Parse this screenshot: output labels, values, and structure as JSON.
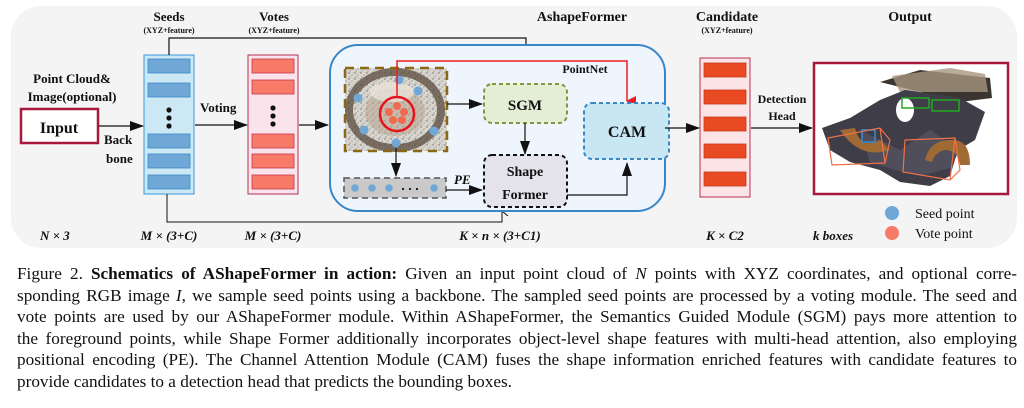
{
  "figure": {
    "input": {
      "label": "Input",
      "above_line1": "Point Cloud&",
      "above_line2": "Image(optional)",
      "dim": "N × 3"
    },
    "backbone": {
      "line1": "Back",
      "line2": "bone"
    },
    "seeds": {
      "title": "Seeds",
      "subtitle": "(XYZ+feature)",
      "dim": "M × (3+C)"
    },
    "voting": {
      "label": "Voting"
    },
    "votes": {
      "title": "Votes",
      "subtitle": "(XYZ+feature)",
      "dim": "M × (3+C)"
    },
    "ashapeformer": {
      "title": "AshapeFormer",
      "pointnet_label": "PointNet",
      "pe_label": "PE",
      "sgm_label": "SGM",
      "cam_label": "CAM",
      "shape_former_line1": "Shape",
      "shape_former_line2": "Former",
      "dim": "K × n × (3+C1)"
    },
    "candidate": {
      "title": "Candidate",
      "subtitle": "(XYZ+feature)",
      "dim": "K × C2"
    },
    "detection_head": {
      "line1": "Detection",
      "line2": "Head"
    },
    "output": {
      "title": "Output",
      "dim": "k boxes"
    },
    "legend": [
      {
        "label": "Seed point",
        "color": "#6fa8d6"
      },
      {
        "label": "Vote point",
        "color": "#f87a68"
      }
    ],
    "colors": {
      "seed_fill": "#6fa8d6",
      "seed_panel": "#cde8f5",
      "vote_fill": "#f87a68",
      "vote_panel": "#fbe3ec",
      "candidate_fill": "#ea4a22",
      "candidate_panel": "#fbe3e6",
      "crimson_border": "#a8183a",
      "module_border": "#3a87c8",
      "module_fill": "#eff5fc",
      "sgm_fill": "#e3eed5",
      "sgm_border": "#7c9a3c",
      "cam_fill": "#c9e6f3",
      "cam_border": "#3a87c8",
      "shape_former_fill": "#e4e2ea",
      "pointnet_arrow": "#ee1c1c",
      "background_panel": "#f4f4f4"
    }
  },
  "caption": {
    "label": "Figure 2.",
    "title": "Schematics of AShapeFormer in action:",
    "lines": [
      {
        "pre": " Given an input point cloud of ",
        "math": "N",
        "post": " points with XYZ coordinates, and optional corre-"
      },
      {
        "pre": "sponding RGB image ",
        "math": "I",
        "post": ", we sample seed points using a backbone. The sampled seed points are processed by a voting module. The seed and"
      },
      {
        "pre": "vote points are used by our AShapeFormer module. Within AShapeFormer, the Semantics Guided Module (SGM) pays more attention to",
        "math": "",
        "post": ""
      },
      {
        "pre": "the foreground points, while Shape Former additionally incorporates object-level shape features with multi-head attention, also employing",
        "math": "",
        "post": ""
      },
      {
        "pre": "positional encoding (PE). The Channel Attention Module (CAM) fuses the shape information enriched features with candidate features to",
        "math": "",
        "post": ""
      },
      {
        "pre": "provide candidates to a detection head that predicts the bounding boxes.",
        "math": "",
        "post": ""
      }
    ]
  }
}
